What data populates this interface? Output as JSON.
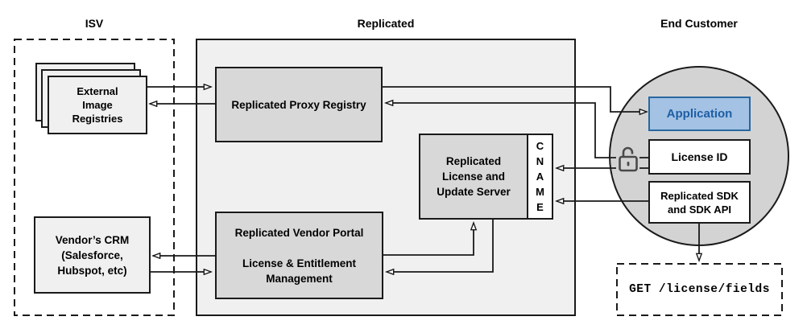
{
  "diagram": {
    "titles": {
      "isv": "ISV",
      "replicated": "Replicated",
      "end_customer": "End Customer"
    },
    "nodes": {
      "external_image_registries": "External\nImage\nRegistries",
      "vendors_crm": "Vendor’s CRM\n(Salesforce,\nHubspot, etc)",
      "proxy_registry": "Replicated Proxy Registry",
      "vendor_portal": "Replicated Vendor Portal\n\nLicense & Entitlement\nManagement",
      "license_update_server": "Replicated\nLicense and\nUpdate Server",
      "cname": "CNAME",
      "application": "Application",
      "license_id": "License ID",
      "sdk": "Replicated SDK\nand SDK API",
      "get_endpoint": "GET /license/fields"
    },
    "icons": {
      "unlock": "open-padlock"
    },
    "colors": {
      "container_fill": "#f0f0f0",
      "node_fill": "#d8d8d8",
      "circle_fill": "#d3d3d3",
      "accent_fill": "#a4c2e4",
      "accent_border": "#2867a0",
      "accent_text": "#1d5fa6",
      "line": "#1a1a1a"
    },
    "edges": [
      {
        "from": "external-image-registries",
        "to": "proxy-registry"
      },
      {
        "from": "proxy-registry",
        "to": "external-image-registries"
      },
      {
        "from": "proxy-registry",
        "to": "application"
      },
      {
        "from": "license-id",
        "to": "proxy-registry"
      },
      {
        "from": "license-id",
        "to": "cname"
      },
      {
        "from": "sdk",
        "to": "cname"
      },
      {
        "from": "sdk",
        "to": "get-endpoint"
      },
      {
        "from": "vendor-portal",
        "to": "vendors-crm"
      },
      {
        "from": "vendors-crm",
        "to": "vendor-portal"
      },
      {
        "from": "vendor-portal",
        "to": "license-update-server"
      },
      {
        "from": "license-update-server",
        "to": "vendor-portal"
      }
    ]
  }
}
